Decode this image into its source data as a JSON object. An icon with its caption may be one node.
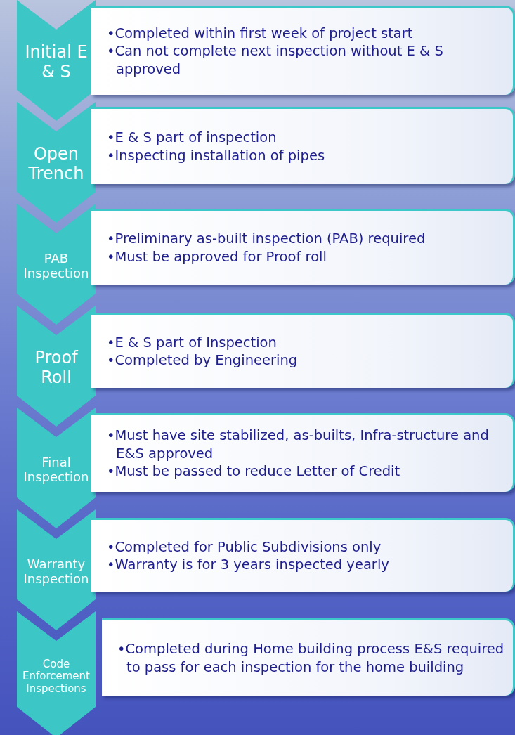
{
  "diagram": {
    "nodes": [
      {
        "text": [
          "Initial E & S"
        ]
      },
      {
        "text": [
          "•Completed within first week of project start",
          "•Can not complete next inspection without E & S approved"
        ]
      },
      {
        "text": [
          "Open Trench"
        ]
      },
      {
        "text": [
          "•E & S part of inspection",
          "•Inspecting installation of pipes"
        ]
      },
      {
        "text": [
          "PAB Inspection"
        ]
      },
      {
        "text": [
          "•Preliminary as-built inspection (PAB) required",
          "•Must be approved for Proof roll"
        ]
      },
      {
        "text": [
          "Proof Roll"
        ]
      },
      {
        "text": [
          "•E & S part of Inspection",
          "•Completed by Engineering"
        ]
      },
      {
        "text": [
          "Final Inspection"
        ]
      },
      {
        "text": [
          "•Must have site stabilized, as-builts, Infra-structure and E&S approved",
          "•Must be passed to reduce Letter of Credit"
        ]
      },
      {
        "text": [
          "Warranty Inspection"
        ]
      },
      {
        "text": [
          "•Completed for Public Subdivisions only",
          "•Warranty is for 3 years inspected yearly"
        ]
      },
      {
        "text": [
          "Code Enforcement Inspections"
        ]
      },
      {
        "text": [
          "•Completed during Home building process E&S required to pass for each inspection for the home building"
        ]
      }
    ]
  }
}
